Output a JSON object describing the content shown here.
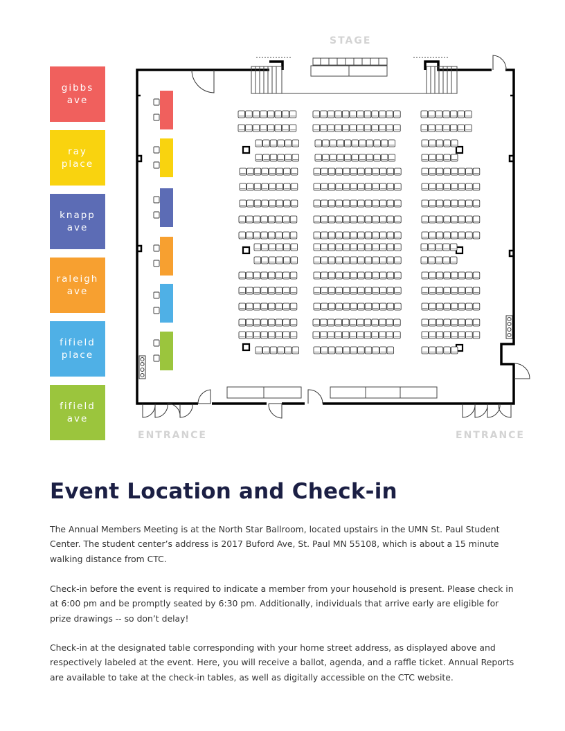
{
  "legend": [
    {
      "label": "gibbs\nave",
      "color": "#f0605d"
    },
    {
      "label": "ray\nplace",
      "color": "#f9d30f"
    },
    {
      "label": "knapp\nave",
      "color": "#5c6cb5"
    },
    {
      "label": "raleigh\nave",
      "color": "#f7a030"
    },
    {
      "label": "fifield\nplace",
      "color": "#4fb0e6"
    },
    {
      "label": "fifield\nave",
      "color": "#9bc53d"
    }
  ],
  "map": {
    "stage_label": "STAGE",
    "entrance_left_label": "ENTRANCE",
    "entrance_right_label": "ENTRANCE"
  },
  "article": {
    "heading": "Event Location and Check-in",
    "paragraphs": [
      "The Annual Members Meeting is at the North Star Ballroom, located upstairs in the UMN St. Paul Student Center. The student center’s address is 2017 Buford Ave, St. Paul MN 55108, which is about a 15 minute walking distance from CTC.",
      "Check-in before the event is required to indicate a member from your household is present. Please check in at 6:00 pm and be promptly seated by 6:30 pm. Additionally, individuals that arrive early are eligible for prize drawings -- so don’t delay!",
      "Check-in at the designated table corresponding with your home street address, as displayed above and respectively labeled at the event. Here, you will receive a ballot, agenda, and a raffle ticket. Annual Reports are available to take at the check-in tables, as well as digitally accessible on the CTC website."
    ]
  }
}
